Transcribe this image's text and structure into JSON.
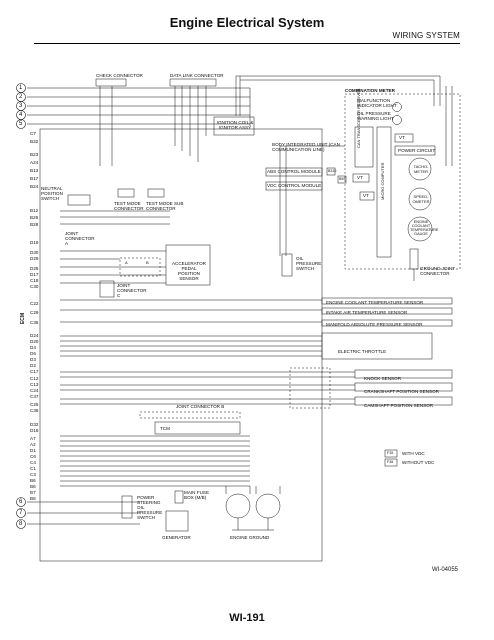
{
  "header": {
    "title": "Engine Electrical System",
    "section": "WIRING SYSTEM"
  },
  "footer": {
    "page": "WI-191",
    "code": "WI-04055"
  },
  "circles": [
    "1",
    "2",
    "3",
    "4",
    "5",
    "6",
    "7",
    "8"
  ],
  "ecm": {
    "label": "ECM",
    "pins_group1": [
      "C7",
      "B32"
    ],
    "pins_group2": [
      "B23",
      "A24",
      "B13",
      "B17",
      "B24"
    ],
    "pins_group3": [
      "B12",
      "B26",
      "B28"
    ],
    "pin_d19": "D19",
    "pins_group4": [
      "D30",
      "D29"
    ],
    "pins_group5": [
      "D25",
      "D17",
      "C18",
      "C30"
    ],
    "pins_group6": [
      "C22",
      "C29",
      "C35"
    ],
    "pins_group7": [
      "D24",
      "D20",
      "D4",
      "D6",
      "D3",
      "D2",
      "C17"
    ],
    "pins_group8": [
      "C12",
      "C13",
      "C24",
      "C37",
      "C25",
      "C36"
    ],
    "pins_group9": [
      "D32",
      "D18"
    ],
    "pins_group10": [
      "A7",
      "A2",
      "D1",
      "C6",
      "C4",
      "C1",
      "C3",
      "B6",
      "B6",
      "B7",
      "B8"
    ]
  },
  "components": {
    "check_connector": "CHECK CONNECTOR",
    "data_link_connector": "DATA LINK CONNECTOR",
    "ignition_coil": "IGNITION COIL & IGNITOR ASSY",
    "body_integrated_unit": "BODY INTEGRATED UNIT (CAN COMMUNICATION LINE)",
    "combination_meter": "COMBINATION METER",
    "malfunction_indicator": "MALFUNCTION INDICATOR LIGHT",
    "oil_pressure_warning": "OIL PRESSURE WARNING LIGHT",
    "can_transceiver": "CAN TRANSCEIVER RECEIVER",
    "micro_computer": "MICRO COMPUTER",
    "vt": "VT",
    "power_circuit": "POWER CIRCUIT",
    "tachometer": "TACHO-METER",
    "speedometer": "SPEED-OMETER",
    "coolant_gauge": "ENGINE COOLANT TEMPERATURE GAUGE",
    "neutral_switch": "NEUTRAL POSITION SWITCH",
    "test_mode_connector": "TEST MODE CONNECTOR",
    "test_mode_sub": "TEST MODE SUB CONNECTOR",
    "abs_module": "ABS CONTROL MODULE",
    "vdc_module": "VDC CONTROL MODULE",
    "joint_connector_a": "JOINT CONNECTOR A",
    "accelerator_sensor": "ACCELERATOR PEDAL POSITION SENSOR",
    "oil_pressure_switch": "OIL PRESSURE SWITCH",
    "ground_joint": "GROUND JOINT CONNECTOR",
    "joint_connector_c": "JOINT CONNECTOR C",
    "coolant_temp_sensor": "ENGINE COOLANT TEMPERATURE SENSOR",
    "intake_temp_sensor": "INTAKE AIR TEMPERATURE SENSOR",
    "map_sensor": "MANIFOLD ABSOLUTE PRESSURE SENSOR",
    "electric_throttle": "ELECTRIC THROTTLE",
    "knock_sensor": "KNOCK SENSOR",
    "crankshaft_sensor": "CRANKSHAFT POSITION SENSOR",
    "camshaft_sensor": "CAMSHAFT POSITION SENSOR",
    "joint_connector_b": "JOINT CONNECTOR B",
    "tcm": "TCM",
    "power_steering_switch": "POWER STEERING OIL PRESSURE SWITCH",
    "main_fuse_box": "MAIN FUSE BOX (M/B)",
    "generator": "GENERATOR",
    "engine_ground": "ENGINE GROUND"
  },
  "legend": {
    "with_vdc": "WITH VDC",
    "without_vdc": "WITHOUT VDC",
    "code1": "F35",
    "code2": "F36"
  },
  "connector_codes": {
    "abs1": "B310",
    "abs2": "B59",
    "a": "A",
    "b": "B"
  }
}
